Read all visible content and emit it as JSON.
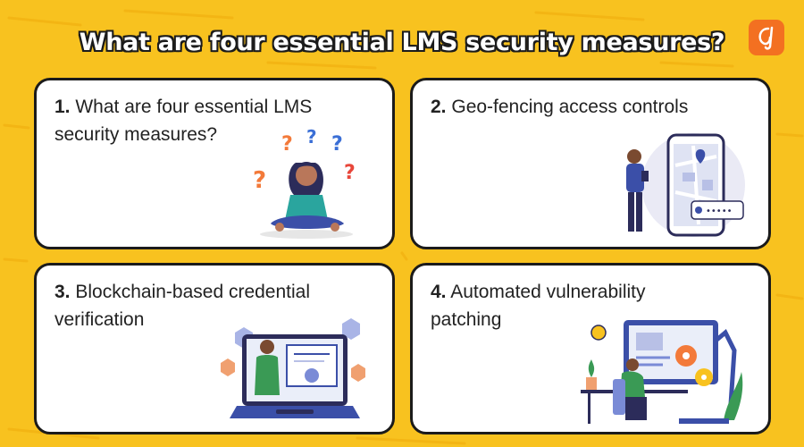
{
  "title": "What are four essential LMS security measures?",
  "cards": [
    {
      "number": "1.",
      "text": "What are four essential LMS security measures?"
    },
    {
      "number": "2.",
      "text": "Geo-fencing access controls"
    },
    {
      "number": "3.",
      "text": "Blockchain-based credential verification"
    },
    {
      "number": "4.",
      "text": "Automated vulnerability patching"
    }
  ],
  "colors": {
    "background": "#f8c21f",
    "card_border": "#1b1b1b",
    "logo": "#f37021",
    "accent_blue": "#3b4fa8"
  },
  "icons": {
    "logo": "brand-logo-icon",
    "card1": "thinking-person-question-marks",
    "card2": "map-phone-location",
    "card3": "certificate-laptop",
    "card4": "developer-workstation-gears"
  }
}
